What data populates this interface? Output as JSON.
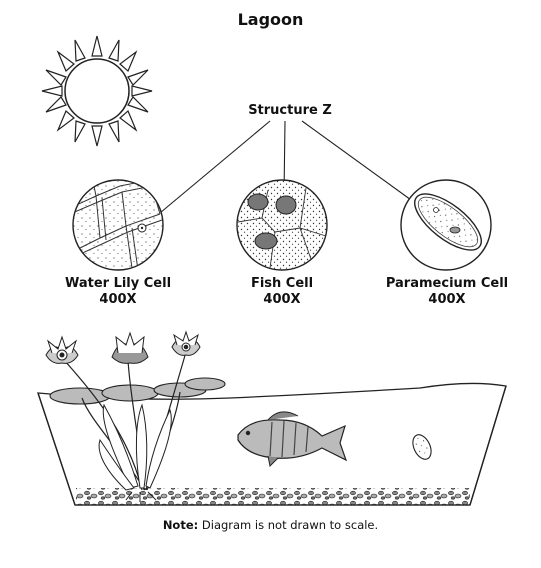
{
  "title": "Lagoon",
  "structure_label": "Structure Z",
  "cells": [
    {
      "name": "Water Lily Cell",
      "magnification": "400X"
    },
    {
      "name": "Fish Cell",
      "magnification": "400X"
    },
    {
      "name": "Paramecium Cell",
      "magnification": "400X"
    }
  ],
  "note": {
    "prefix": "Note:",
    "text": " Diagram is not drawn to scale."
  },
  "icons": [
    "sun-icon",
    "water-lily-icon",
    "fish-icon",
    "paramecium-icon"
  ]
}
